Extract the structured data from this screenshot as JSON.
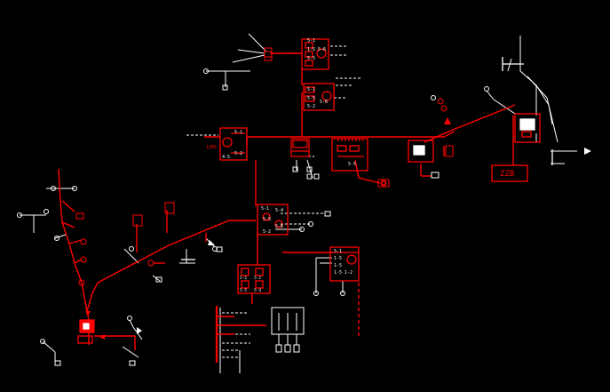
{
  "diagram": {
    "colors": {
      "background": "#000000",
      "primary": "#ff0000",
      "secondary": "#ffffff"
    },
    "labels": {
      "panel_top_a": [
        "5-1",
        "1-5",
        "5-5",
        "5-6"
      ],
      "panel_top_b": [
        "5-1",
        "5-5",
        "5-2",
        "5-6"
      ],
      "panel_left": [
        "5-1",
        "5-2",
        "4-5"
      ],
      "panel_left_tag": "1305",
      "panel_mid_right": "5-5",
      "panel_center": [
        "5-1",
        "5-4",
        "5-5",
        "5-6",
        "5-2"
      ],
      "panel_lower_right": [
        "5-1",
        "1-5",
        "1-5",
        "1-5",
        "1-2"
      ],
      "panel_bottom": [
        "5-1",
        "5-2",
        "5-5",
        "5-4"
      ],
      "zzb_box": "ZZB"
    },
    "icons": [
      "breaker-box-icon",
      "ground-symbol-icon",
      "arrow-icon",
      "terminal-node-icon",
      "transformer-icon"
    ]
  }
}
